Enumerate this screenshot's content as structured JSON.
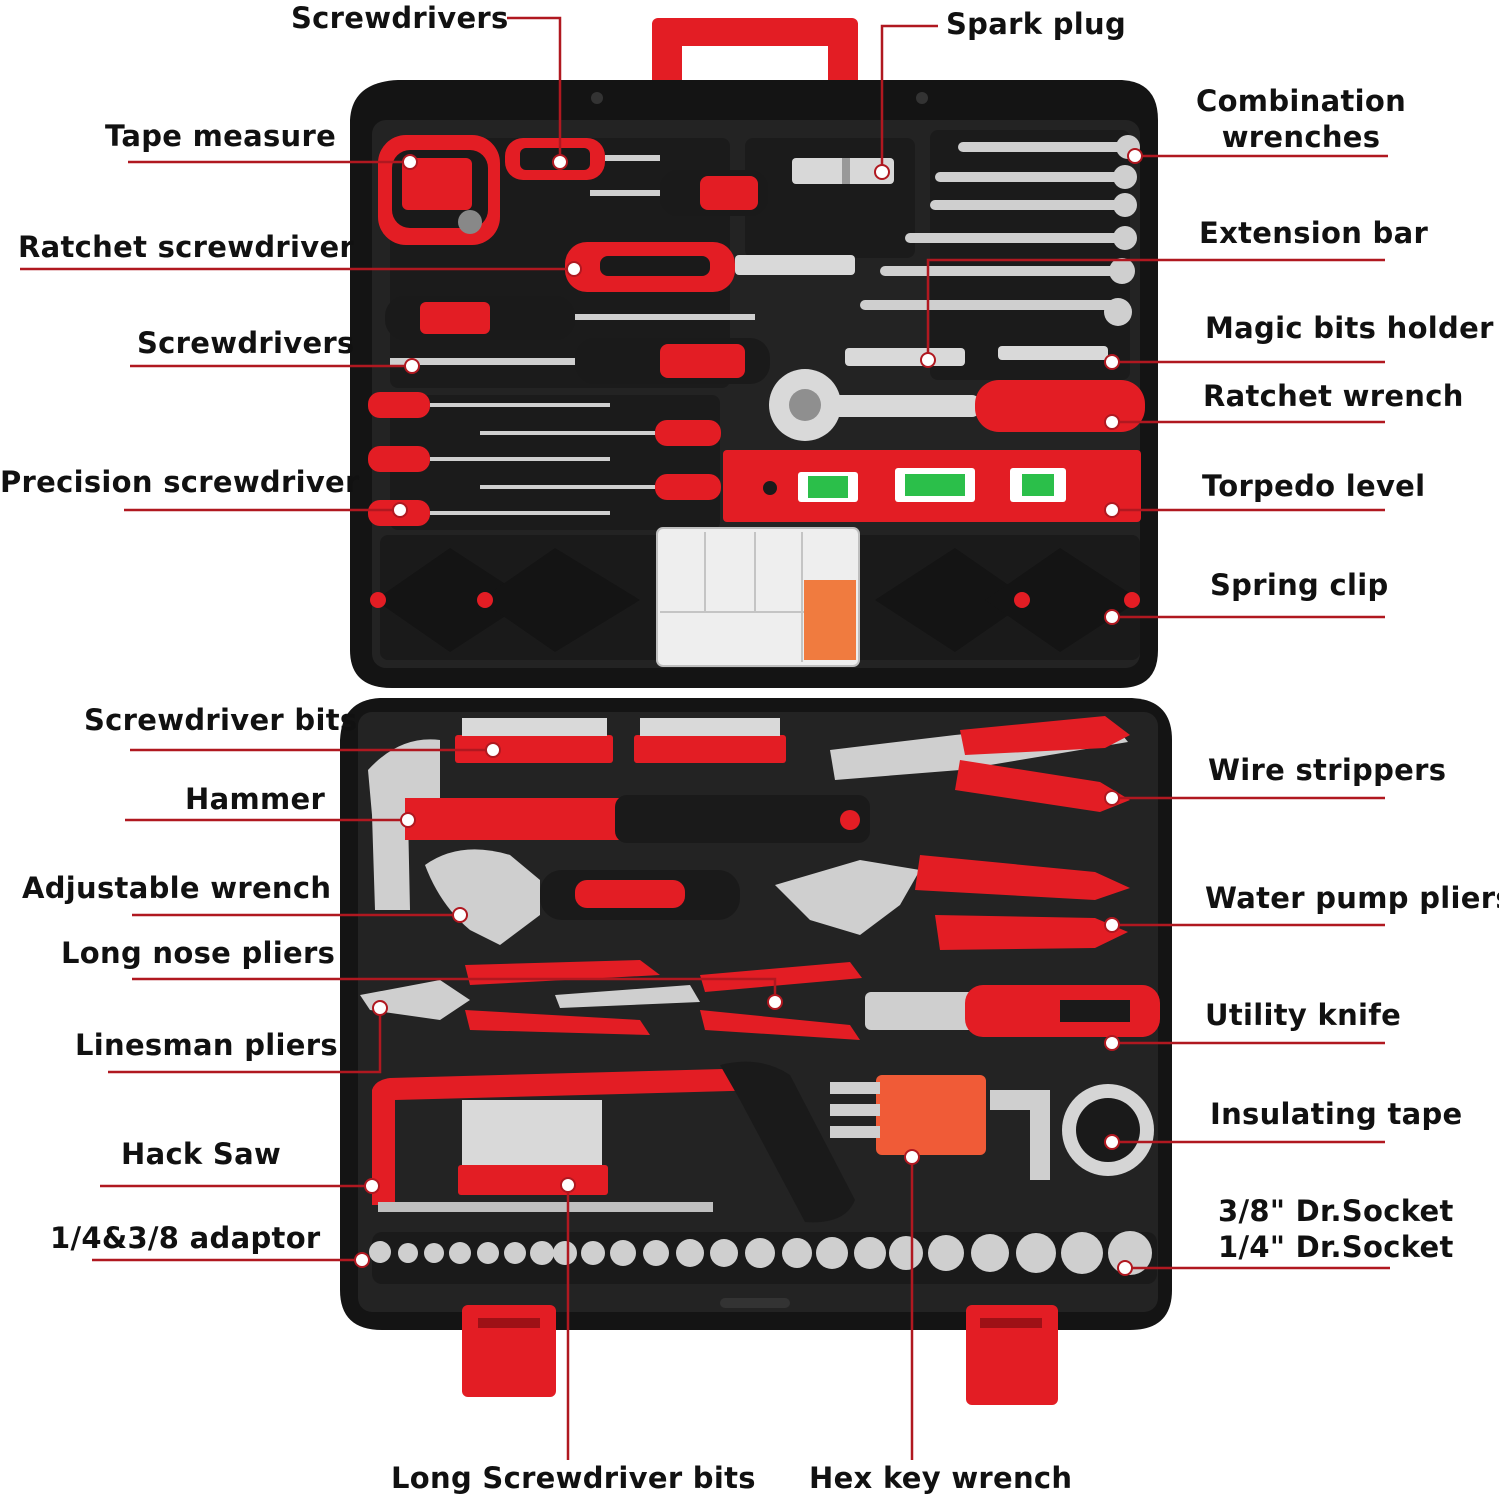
{
  "colors": {
    "accent": "#e31d24",
    "case": "#141414",
    "tray": "#232323",
    "leader": "#b01820",
    "label": "#111111"
  },
  "callouts": [
    {
      "id": "screwdrivers-top",
      "text": "Screwdrivers"
    },
    {
      "id": "spark-plug",
      "text": "Spark plug"
    },
    {
      "id": "combination-wrenches",
      "text": "Combination",
      "text2": "wrenches"
    },
    {
      "id": "tape-measure",
      "text": "Tape measure"
    },
    {
      "id": "ratchet-screwdriver",
      "text": "Ratchet screwdriver"
    },
    {
      "id": "extension-bar",
      "text": "Extension bar"
    },
    {
      "id": "magic-bits-holder",
      "text": "Magic bits holder"
    },
    {
      "id": "screwdrivers-left",
      "text": "Screwdrivers"
    },
    {
      "id": "ratchet-wrench",
      "text": "Ratchet wrench"
    },
    {
      "id": "precision-screwdriver",
      "text": "Precision screwdriver"
    },
    {
      "id": "torpedo-level",
      "text": "Torpedo level"
    },
    {
      "id": "spring-clip",
      "text": "Spring clip"
    },
    {
      "id": "screwdriver-bits",
      "text": "Screwdriver bits"
    },
    {
      "id": "wire-strippers",
      "text": "Wire strippers"
    },
    {
      "id": "hammer",
      "text": "Hammer"
    },
    {
      "id": "adjustable-wrench",
      "text": "Adjustable wrench"
    },
    {
      "id": "water-pump-pliers",
      "text": "Water pump pliers"
    },
    {
      "id": "long-nose-pliers",
      "text": "Long nose pliers"
    },
    {
      "id": "utility-knife",
      "text": "Utility knife"
    },
    {
      "id": "linesman-pliers",
      "text": "Linesman pliers"
    },
    {
      "id": "insulating-tape",
      "text": "Insulating tape"
    },
    {
      "id": "hack-saw",
      "text": "Hack Saw"
    },
    {
      "id": "adaptor",
      "text": "1/4&3/8 adaptor"
    },
    {
      "id": "socket",
      "text": "3/8\" Dr.Socket",
      "text2": "1/4\" Dr.Socket"
    },
    {
      "id": "long-screwdriver-bits",
      "text": "Long Screwdriver bits"
    },
    {
      "id": "hex-key-wrench",
      "text": "Hex key wrench"
    }
  ]
}
